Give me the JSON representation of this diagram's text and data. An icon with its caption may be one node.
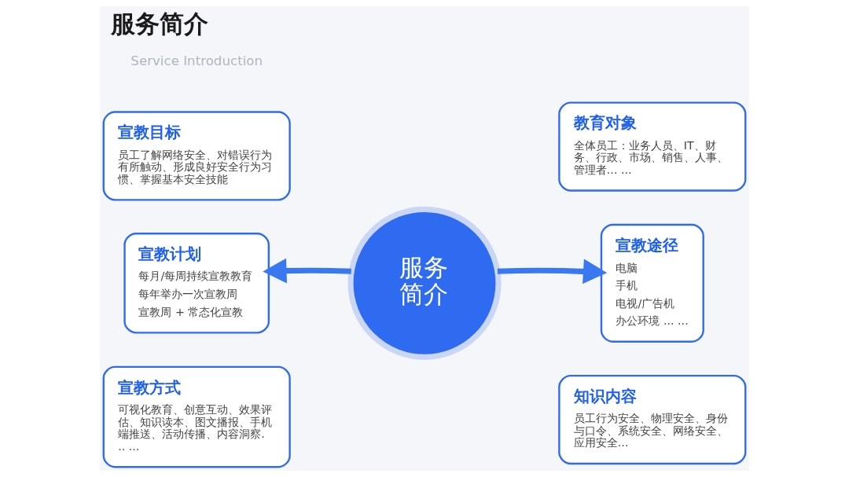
{
  "diagram": {
    "title": "服务简介",
    "nodes": [
      {
        "text": [
          "服务简介"
        ]
      },
      {
        "text": [
          "宣教目标",
          "员工了解网络安全、对错误行为有所触动、形成良好安全行为习惯、掌握基本安全技能"
        ]
      },
      {
        "text": [
          "宣教计划",
          "每月/每周持续宣教教育",
          "每年举办一次宣教周",
          "宣教周 + 常态化宣教"
        ]
      },
      {
        "text": [
          "宣教方式",
          "可视化教育、创意互动、效果评估、知识读本、图文播报、手机端推送、活动传播、内容洞察... ..."
        ]
      },
      {
        "text": [
          "教育对象",
          "全体员工：业务人员、IT、财务、行政、市场、销售、人事、管理者... ..."
        ]
      },
      {
        "text": [
          "宣教途径",
          "电脑",
          "手机",
          "电视/广告机",
          "办公环境 ... ..."
        ]
      },
      {
        "text": [
          "知识内容",
          "员工行为安全、物理安全、身份与口令、系统安全、网络安全、应用安全..."
        ]
      }
    ],
    "edges": [
      {
        "from": 0,
        "to": 2,
        "arrow": "to"
      },
      {
        "from": 0,
        "to": 5,
        "arrow": "to"
      }
    ],
    "labels": [
      "Service Introduction"
    ]
  }
}
